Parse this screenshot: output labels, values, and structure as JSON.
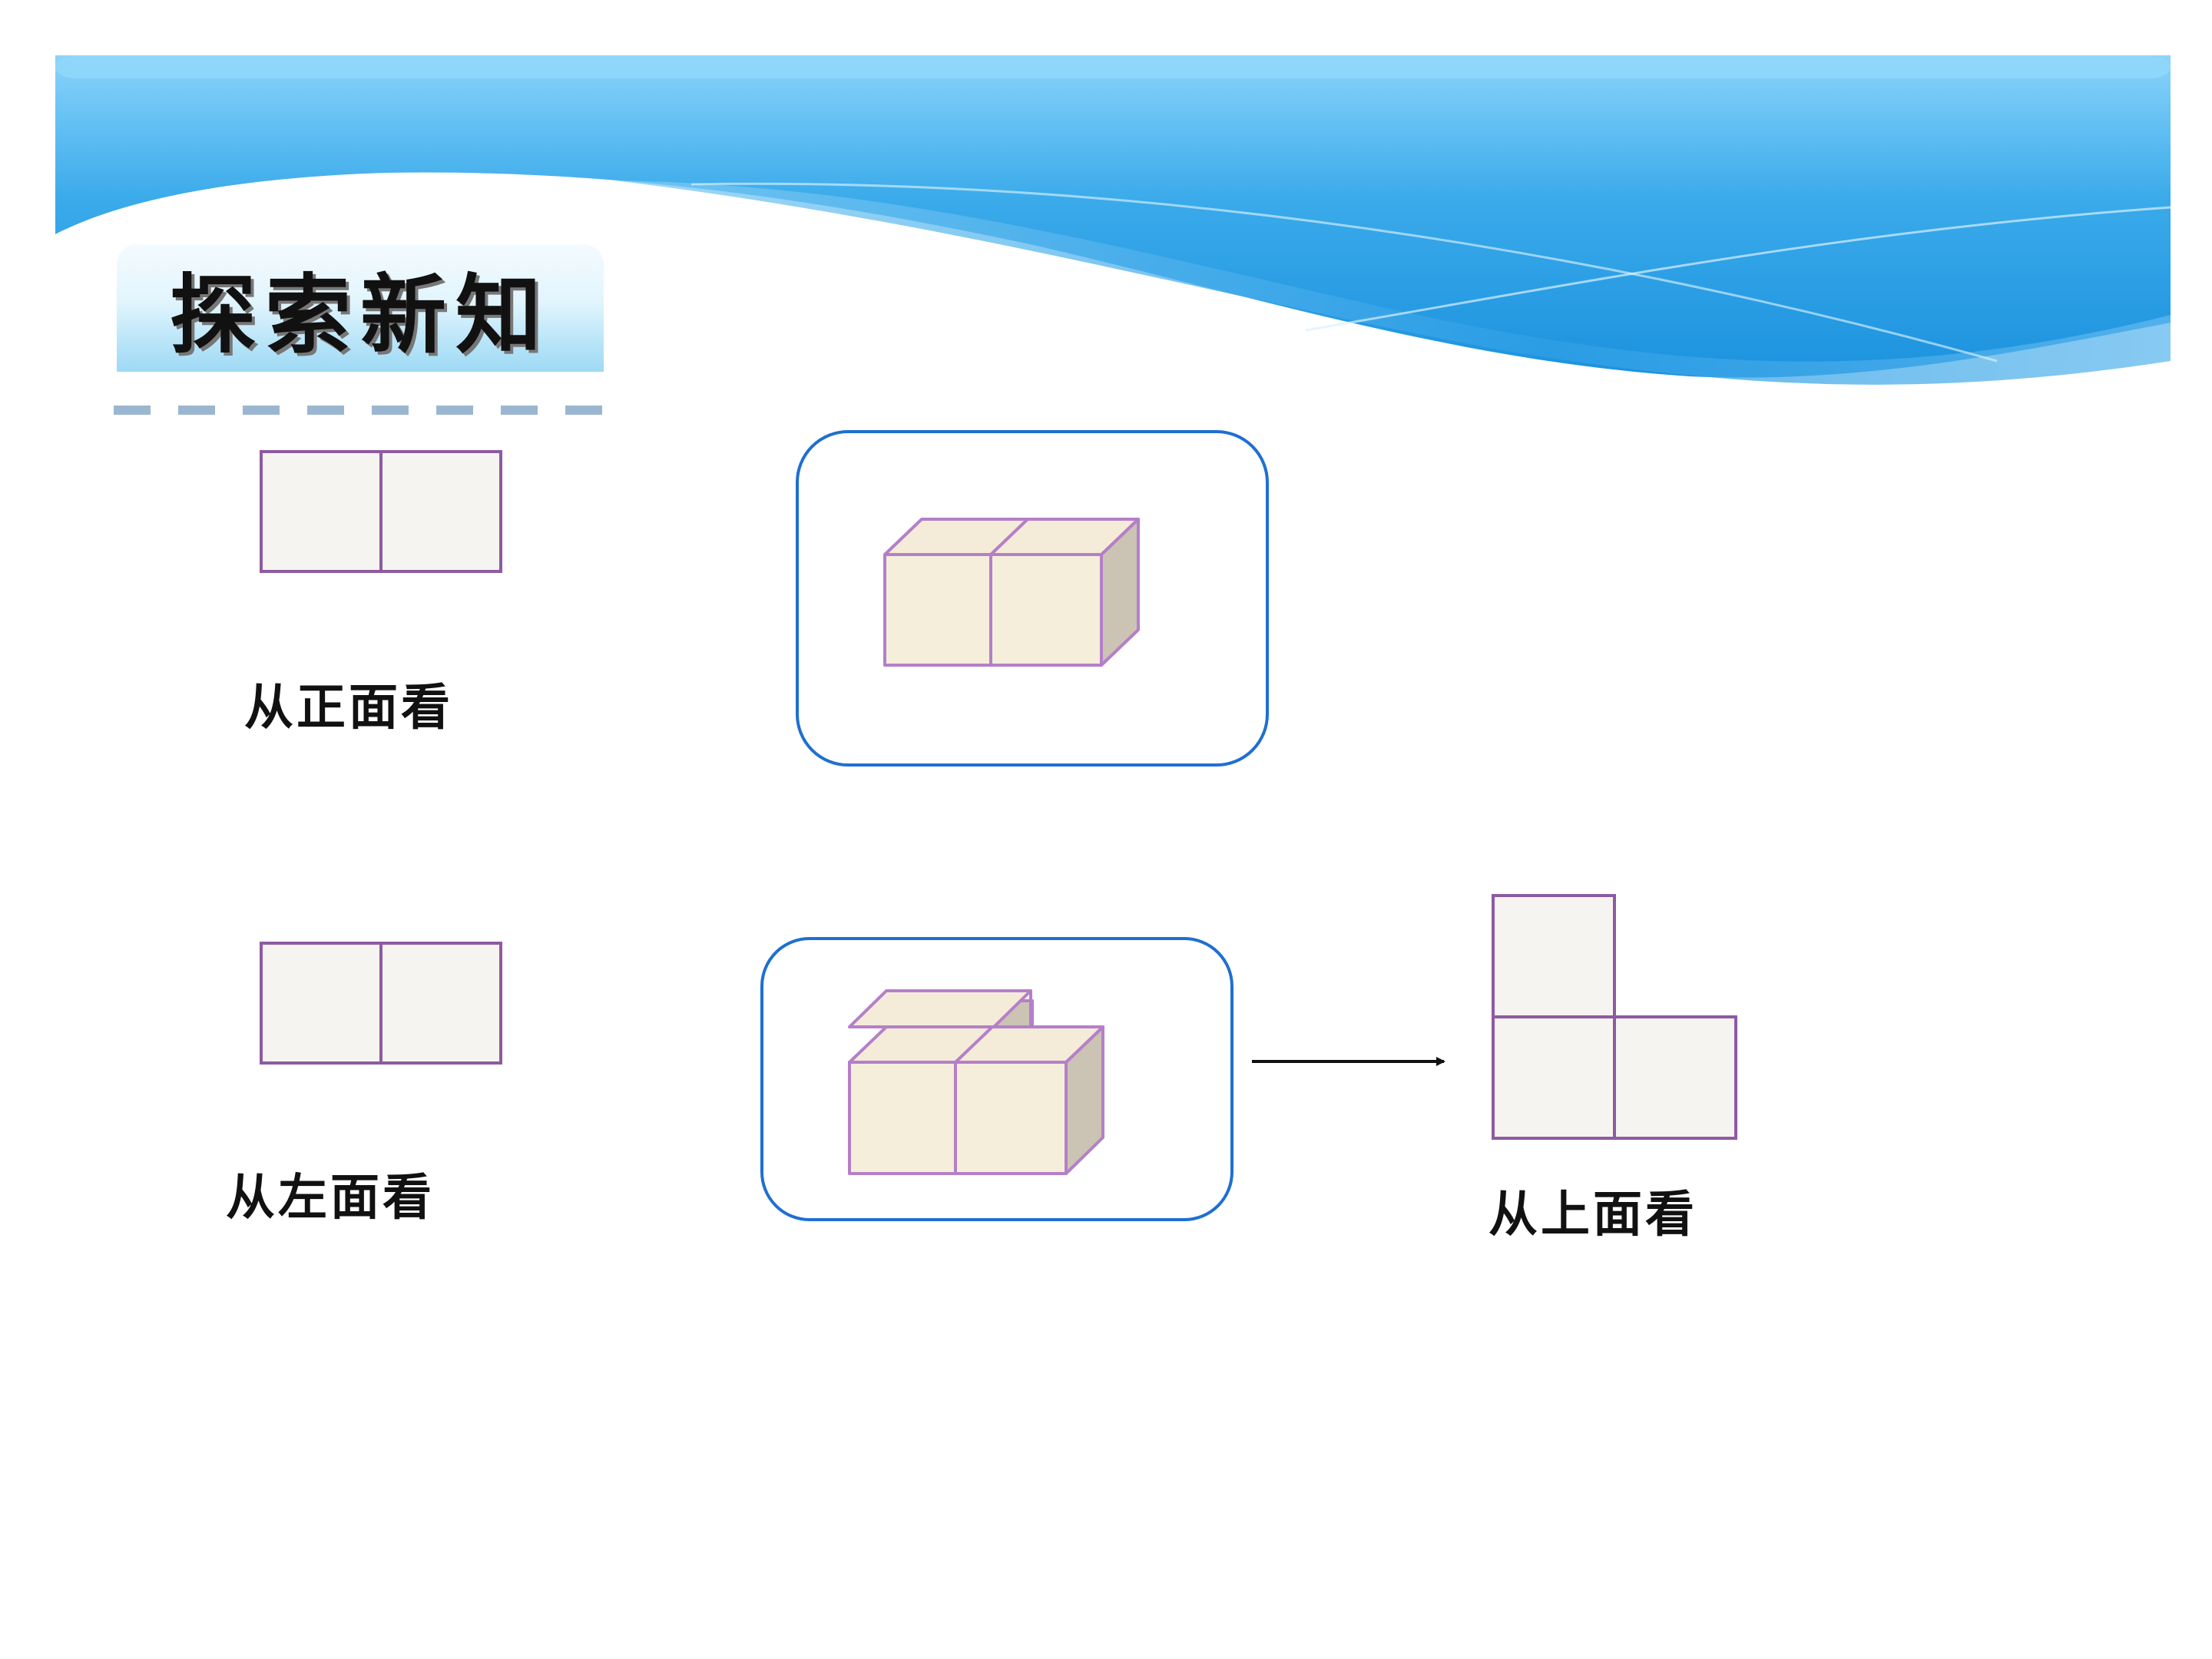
{
  "header": {
    "section_title": "探索新知"
  },
  "views": {
    "front_label": "从正面看",
    "left_label": "从左面看",
    "top_label": "从上面看"
  },
  "colors": {
    "banner_blue": "#2ca0e8",
    "frame_blue": "#1f6fd1",
    "cube_front": "#f5eedb",
    "cube_top": "#f4ecd8",
    "cube_side": "#cbc3b3",
    "cube_edge": "#b57fc8",
    "view_fill": "#f6f4f0",
    "view_edge": "#8e5aa2",
    "dash_line": "#9bb6d0"
  },
  "icons": {
    "arrow": "arrow-right-icon"
  }
}
